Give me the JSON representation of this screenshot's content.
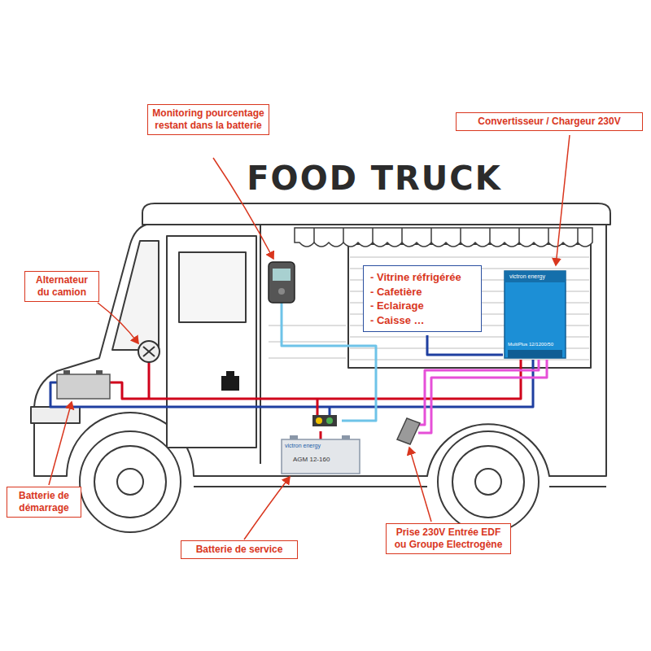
{
  "diagram": {
    "title": "FOOD TRUCK",
    "nodes": [
      {
        "text": [
          "Monitoring pourcentage restant dans la batterie"
        ]
      },
      {
        "text": [
          "Convertisseur / Chargeur 230V"
        ]
      },
      {
        "text": [
          "Alternateur du camion"
        ]
      },
      {
        "text": [
          "- Vitrine réfrigérée",
          "- Cafetière",
          "- Eclairage",
          "- Caisse …"
        ]
      },
      {
        "text": [
          "Batterie de démarrage"
        ]
      },
      {
        "text": [
          "Batterie de service"
        ]
      },
      {
        "text": [
          "Prise 230V Entrée EDF ou Groupe Electrogène"
        ]
      }
    ],
    "labels": [
      "victron energy",
      "MultiPlus 12/1200/50",
      "victron energy",
      "AGM 12-160"
    ]
  }
}
